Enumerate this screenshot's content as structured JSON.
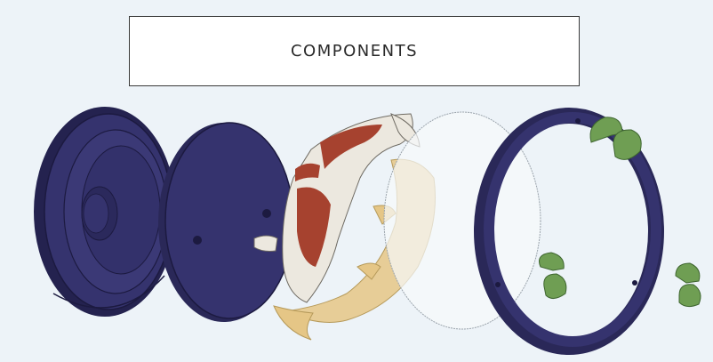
{
  "title": "COMPONENTS",
  "colors": {
    "background": "#edf3f8",
    "housing_navy": "#35336e",
    "housing_dark": "#24224f",
    "koi_white": "#ece8df",
    "koi_red": "#a6422f",
    "brass_fish": "#e5c686",
    "glass": "#f7f9fb",
    "lily_green": "#6f9e53"
  },
  "components": [
    {
      "name": "back-housing",
      "icon": "back-housing-icon"
    },
    {
      "name": "back-plate",
      "icon": "back-plate-icon"
    },
    {
      "name": "koi-fish-painted",
      "icon": "koi-fish-icon"
    },
    {
      "name": "koi-fish-brass",
      "icon": "brass-fish-icon"
    },
    {
      "name": "glass-lens",
      "icon": "glass-lens-icon"
    },
    {
      "name": "front-ring",
      "icon": "front-ring-icon"
    },
    {
      "name": "lily-pads",
      "icon": "lily-pad-icon"
    }
  ]
}
